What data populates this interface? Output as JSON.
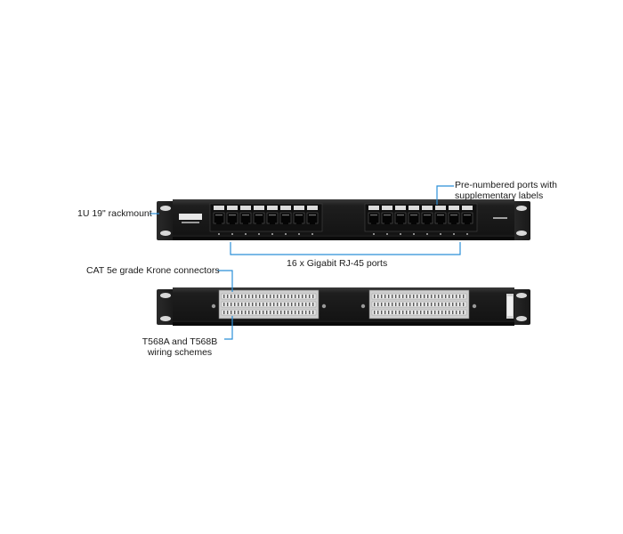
{
  "callouts": {
    "rackmount": "1U 19\" rackmount",
    "prenumbered_line1": "Pre-numbered ports with",
    "prenumbered_line2": "supplementary labels",
    "gigabit_ports": "16 x Gigabit RJ-45 ports",
    "krone": "CAT 5e grade Krone connectors",
    "wiring_line1": "T568A and T568B",
    "wiring_line2": "wiring schemes"
  },
  "colors": {
    "leader_line": "#2b8fd8",
    "panel": "#1b1b1b",
    "label_strip": "#e8e8e8"
  },
  "icons": [
    "rack-panel-front",
    "rack-panel-back",
    "rj45-port",
    "krone-block"
  ]
}
